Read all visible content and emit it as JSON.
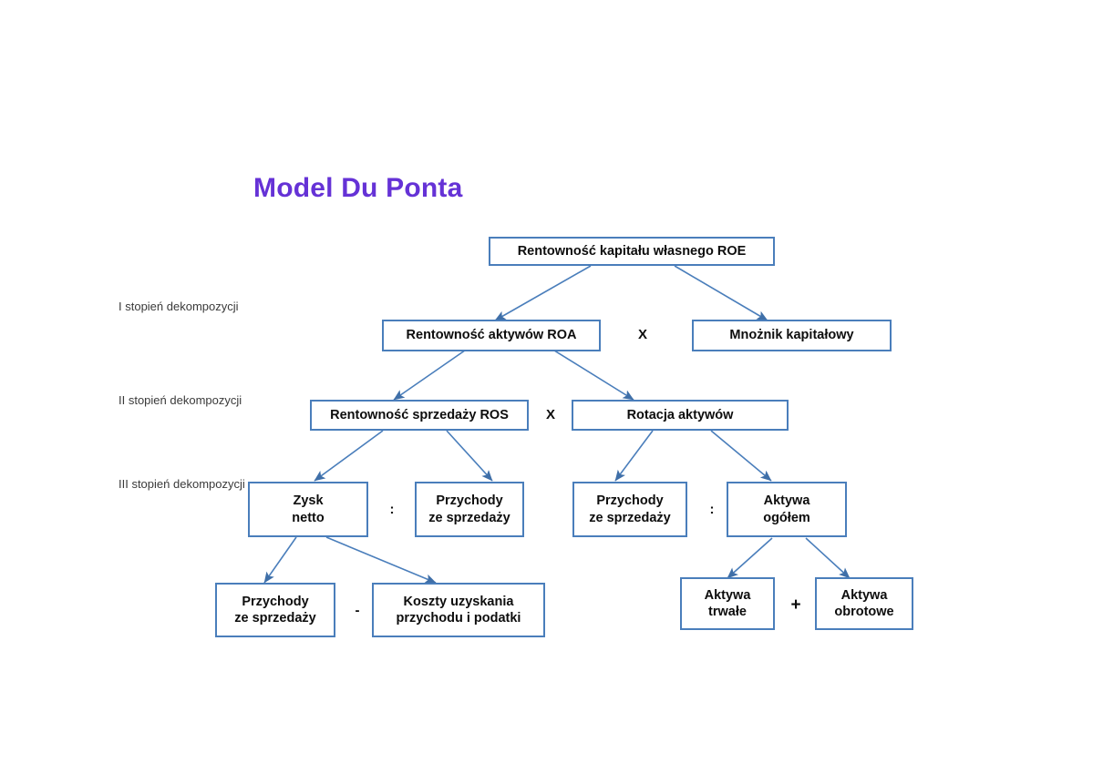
{
  "page": {
    "title": "Model Du Ponta",
    "title_color": "#6532d6",
    "box_border_color": "#4a7ebb",
    "edge_color": "#4a7ebb",
    "background": "#ffffff"
  },
  "stage_labels": [
    {
      "line1": "I stopień",
      "line2": "dekompozycji"
    },
    {
      "line1": "II stopień",
      "line2": "dekompozycji"
    },
    {
      "line1": "III stopień",
      "line2": "dekompozycji"
    }
  ],
  "nodes": {
    "roe": {
      "line1": "Rentowność kapitału własnego ROE",
      "line2": ""
    },
    "roa": {
      "line1": "Rentowność aktywów ROA",
      "line2": ""
    },
    "mnoznik": {
      "line1": "Mnożnik kapitałowy",
      "line2": ""
    },
    "ros": {
      "line1": "Rentowność sprzedaży ROS",
      "line2": ""
    },
    "rotacja": {
      "line1": "Rotacja aktywów",
      "line2": ""
    },
    "zysk_netto": {
      "line1": "Zysk",
      "line2": "netto"
    },
    "przychody_l": {
      "line1": "Przychody",
      "line2": "ze sprzedaży"
    },
    "przychody_r": {
      "line1": "Przychody",
      "line2": "ze sprzedaży"
    },
    "aktywa_ogolem": {
      "line1": "Aktywa",
      "line2": "ogółem"
    },
    "przychody_b": {
      "line1": "Przychody",
      "line2": "ze sprzedaży"
    },
    "koszty": {
      "line1": "Koszty uzyskania",
      "line2": "przychodu i podatki"
    },
    "aktywa_trwale": {
      "line1": "Aktywa",
      "line2": "trwałe"
    },
    "aktywa_obrotowe": {
      "line1": "Aktywa",
      "line2": "obrotowe"
    }
  },
  "operators": {
    "level1_mult": "X",
    "level2_mult": "X",
    "ros_div": ":",
    "rotacja_div": ":",
    "zysk_minus": "-",
    "aktywa_plus": "+"
  }
}
